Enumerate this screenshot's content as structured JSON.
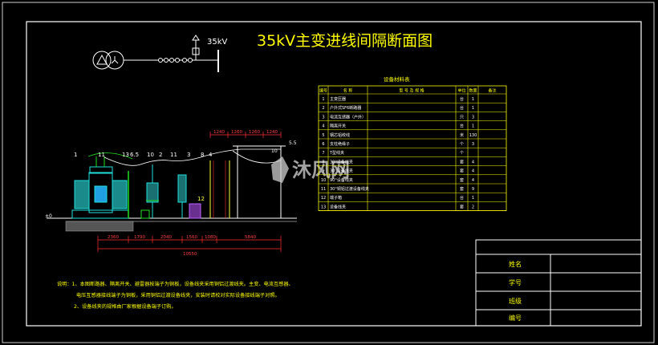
{
  "drawing": {
    "title": "35kV主变进线间隔断面图",
    "voltage_label": "35kV",
    "watermark_text": "沐风网",
    "colors": {
      "background": "#000000",
      "frame": "#ffffff",
      "title": "#ffff00",
      "table": "#ffff00",
      "dimension": "#ff3030",
      "equipment_green": "#20e020",
      "equipment_cyan": "#20e0e0",
      "equipment_yellow": "#ffff40"
    }
  },
  "diagram": {
    "callouts": [
      "1",
      "11",
      "13",
      "6.5",
      "10",
      "2",
      "11",
      "3",
      "8",
      "4"
    ],
    "callouts_right": [
      "10",
      "5.5"
    ],
    "top_dimensions": [
      "1240",
      "1260",
      "1260",
      "1240"
    ],
    "bottom_dimensions": [
      "2360",
      "1790",
      "2040",
      "1560",
      "1080",
      "5840"
    ],
    "total_dimension": "10550",
    "label_12": "12"
  },
  "materials": {
    "title": "设备材料表",
    "headers": [
      "编号",
      "名 称",
      "型 号 及 规 格",
      "单位",
      "数量",
      "备注"
    ],
    "rows": [
      {
        "no": "1",
        "name": "主变压器",
        "unit": "台",
        "qty": "1"
      },
      {
        "no": "2",
        "name": "户外式SF6断路器",
        "unit": "台",
        "qty": "1"
      },
      {
        "no": "3",
        "name": "电流互感器（户外）",
        "unit": "只",
        "qty": "3"
      },
      {
        "no": "4",
        "name": "隔离开关",
        "unit": "台",
        "qty": "1"
      },
      {
        "no": "5",
        "name": "钢芯铝绞线",
        "unit": "米",
        "qty": "130"
      },
      {
        "no": "6",
        "name": "支柱绝缘子",
        "unit": "个",
        "qty": "3"
      },
      {
        "no": "7",
        "name": "T型线夹",
        "unit": "个",
        "qty": ""
      },
      {
        "no": "8",
        "name": "30°设备线夹",
        "unit": "套",
        "qty": "4"
      },
      {
        "no": "9",
        "name": "30°设备线夹",
        "unit": "套",
        "qty": "4"
      },
      {
        "no": "10",
        "name": "90°设备线夹",
        "unit": "套",
        "qty": "4"
      },
      {
        "no": "11",
        "name": "30°铜铝过渡设备线夹",
        "unit": "套",
        "qty": "9"
      },
      {
        "no": "12",
        "name": "端子箱",
        "unit": "台",
        "qty": "1"
      },
      {
        "no": "13",
        "name": "设备线夹",
        "unit": "套",
        "qty": "2"
      }
    ]
  },
  "notes": {
    "line1": "说明：1、本图断路器、隔离开关、避雷器按端子为铜板，设备线夹采用铜铝过渡线夹。主变、电流互感器、",
    "line2": "电压互感器接线端子为铜板，采用铜铝过渡设备线夹，安装时请校对实际设备接线端子对照。",
    "line3": "2、设备线夹的规格由厂家根据设备端子订购。"
  },
  "title_block": {
    "labels": [
      "姓名",
      "学号",
      "班级",
      "编号"
    ],
    "values": [
      "",
      "",
      "",
      ""
    ]
  }
}
